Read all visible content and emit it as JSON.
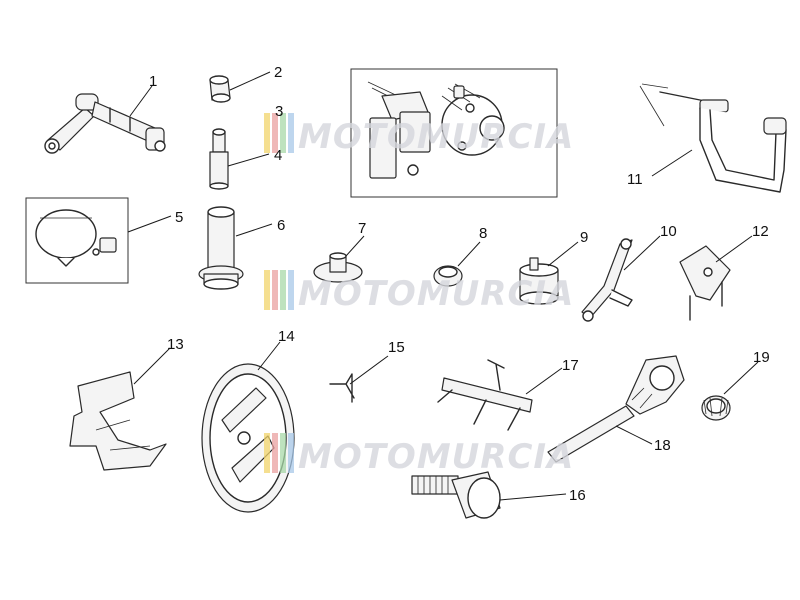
{
  "labels": {
    "p1": "1",
    "p2": "2",
    "p3": "3",
    "p4": "4",
    "p5": "5",
    "p6": "6",
    "p7": "7",
    "p8": "8",
    "p9": "9",
    "p10": "10",
    "p11": "11",
    "p12": "12",
    "p13": "13",
    "p14": "14",
    "p15": "15",
    "p16": "16",
    "p17": "17",
    "p18": "18",
    "p19": "19"
  },
  "watermark": {
    "text": "MOTOMURCIA",
    "colors": [
      "#f2d46b",
      "#e9a0a0",
      "#a8d8a8",
      "#a8c8e8"
    ]
  }
}
